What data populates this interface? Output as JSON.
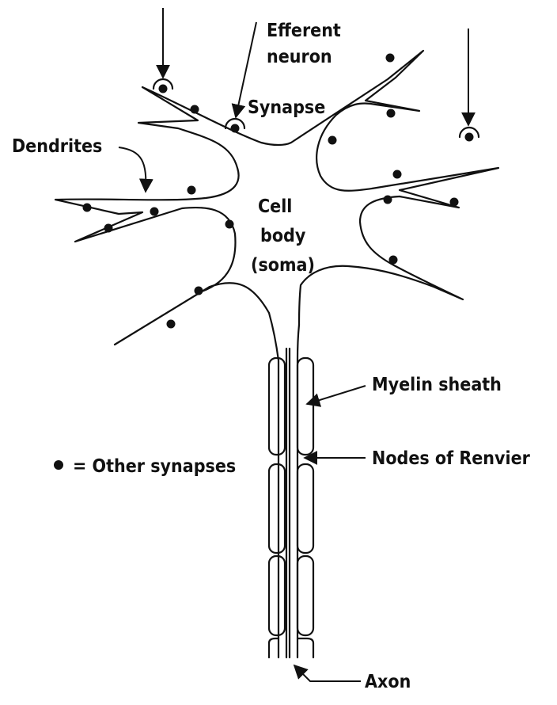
{
  "labels": {
    "efferent_line1": "Efferent",
    "efferent_line2": "neuron",
    "synapse": "Synapse",
    "dendrites": "Dendrites",
    "cell_body_line1": "Cell",
    "cell_body_line2": "body",
    "cell_body_line3": "(soma)",
    "myelin_sheath": "Myelin sheath",
    "nodes_of_renvier": "Nodes of Renvier",
    "other_synapses": "= Other synapses",
    "axon": "Axon"
  },
  "colors": {
    "ink": "#111111",
    "background": "#ffffff"
  }
}
